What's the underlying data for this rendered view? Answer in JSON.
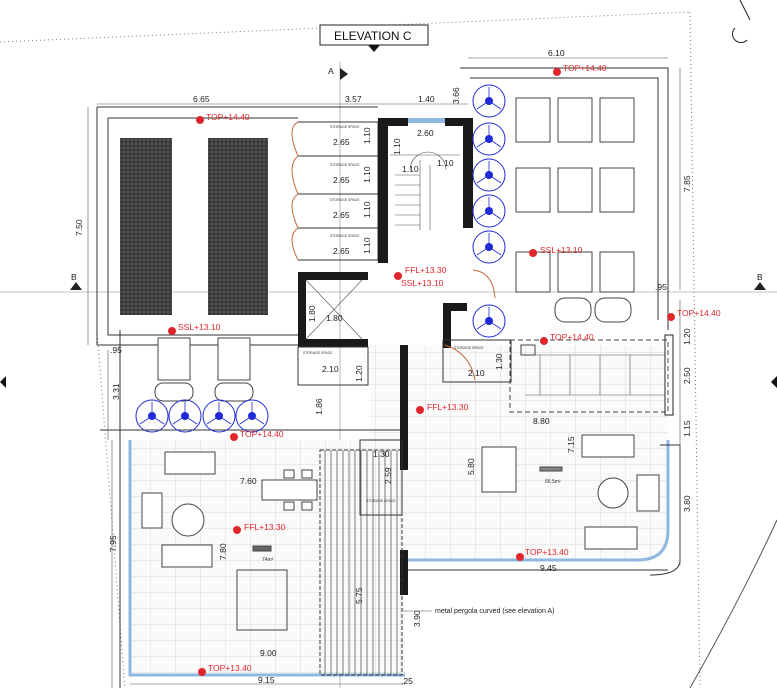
{
  "title": "ELEVATION C",
  "section_markers": {
    "a": "A",
    "b_left": "B",
    "b_right": "B"
  },
  "dimensions": {
    "top_665": "6.65",
    "top_357": "3.57",
    "top_140": "1.40",
    "top_366": "3.66",
    "top_610": "6.10",
    "left_750": "7.50",
    "right_785": "7.85",
    "right_095": ".95",
    "left_095": ".95",
    "left_331": "3.31",
    "mid_186": "1.86",
    "right_120": "1.20",
    "right_250": "2.50",
    "right_115": "1.15",
    "right_380": "3.80",
    "left_795": "7.95",
    "liv_760": "7.60",
    "liv_780": "7.80",
    "liv_900": "9.00",
    "bot_915": "9.15",
    "perg_575": "5.75",
    "perg_390": "3.90",
    "bot_025": ".25",
    "kit_880": "8.80",
    "kit_715": "7.15",
    "din_580": "5.80",
    "bot_945": "9.45",
    "stair_260": "2.60",
    "stair_110a": "1.10",
    "stair_110b": "1.10",
    "stair_110c": "1.10",
    "st_265": "2.65",
    "st_110": "1.10",
    "lift_180a": "1.80",
    "lift_180b": "1.80",
    "st_210a": "2.10",
    "st_120": "1.20",
    "st_210b": "2.10",
    "st_130a": "1.30",
    "st_130b": "1.30",
    "st_259": "2.59"
  },
  "levels": {
    "top_1440_a": "TOP+14.40",
    "top_1440_b": "TOP+14.40",
    "ssl_1310_a": "SSL+13.10",
    "ffl_1330_a": "FFL+13.30",
    "ssl_1310_b": "SSL+13.10",
    "top_1440_c": "TOP+14.40",
    "ssl_1310_c": "SSL+13.10",
    "top_1440_d": "TOP+14.40",
    "ffl_1330_b": "FFL+13.30",
    "top_1440_e": "TOP+14.40",
    "ffl_1330_c": "FFL+13.30",
    "top_1340_a": "TOP+13.40",
    "top_1340_b": "TOP+13.40"
  },
  "storage_label": "STORAGE SPACE",
  "areas": {
    "living": "74m²",
    "kitchen": "66.5m²"
  },
  "note": "metal pergola curved (see elevation A)",
  "colors": {
    "level_marker": "#e0262b",
    "fan": "#1f2bd6",
    "glass_edge": "#8fb8e0",
    "wall": "#1a1a1a"
  }
}
